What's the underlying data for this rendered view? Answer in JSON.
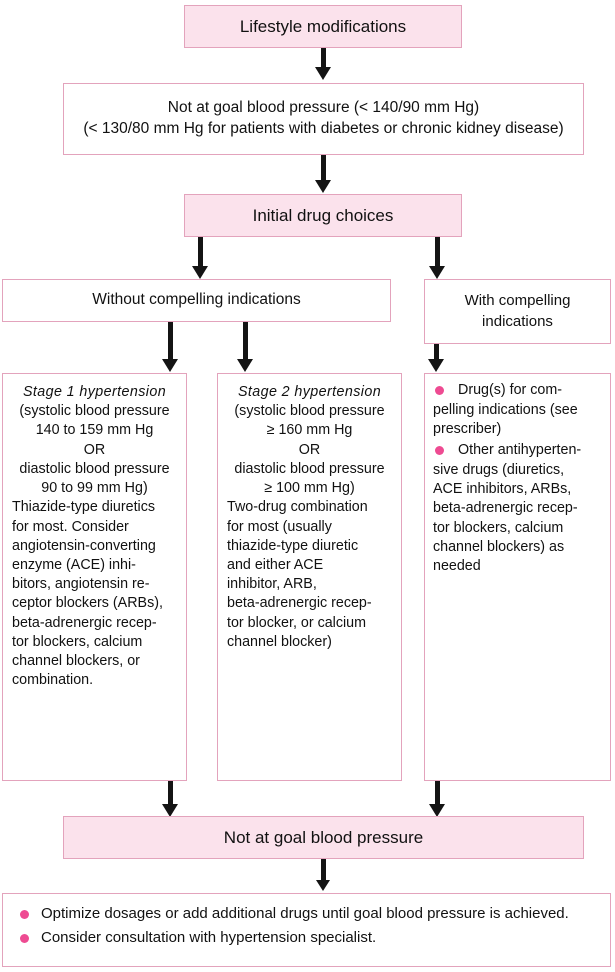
{
  "diagram": {
    "title": "Hypertension treatment algorithm flowchart",
    "colors": {
      "box_border": "#e3a3bc",
      "box_fill_pink": "#fbe2ec",
      "bullet_pink": "#ee4b92",
      "arrow": "#141414",
      "text": "#111111"
    }
  },
  "nodes": {
    "lifestyle": {
      "label": "Lifestyle modifications"
    },
    "not_at_goal_top": {
      "line1": "Not at goal blood pressure (< 140/90 mm Hg)",
      "line2": "(< 130/80 mm Hg for patients with diabetes or chronic kidney disease)"
    },
    "initial_drug_choices": {
      "label": "Initial drug choices"
    },
    "without_compelling": {
      "label": "Without compelling indications"
    },
    "with_compelling": {
      "line1": "With compelling",
      "line2": "indications"
    },
    "stage1": {
      "title": "Stage 1 hypertension",
      "centered_lines": [
        "(systolic blood pressure",
        "140 to 159 mm Hg",
        "OR",
        "diastolic blood pressure",
        "90 to 99 mm Hg)"
      ],
      "body_lines": [
        "Thiazide-type diuretics",
        "for most. Consider",
        "angiotensin-converting",
        "enzyme (ACE) inhi-",
        "bitors, angiotensin re-",
        "ceptor blockers (ARBs),",
        "beta-adrenergic recep-",
        "tor blockers, calcium",
        "channel blockers, or",
        "combination."
      ]
    },
    "stage2": {
      "title": "Stage 2 hypertension",
      "centered_lines": [
        "(systolic blood pressure",
        "≥ 160 mm Hg",
        "OR",
        "diastolic blood pressure",
        "≥ 100 mm Hg)"
      ],
      "body_lines": [
        "Two-drug combination",
        "for most (usually",
        "thiazide-type diuretic",
        "and either ACE",
        "inhibitor, ARB,",
        "beta-adrenergic recep-",
        "tor blocker, or calcium",
        "channel blocker)"
      ]
    },
    "compelling_detail": {
      "bullets": [
        "Drug(s) for com-\npelling indications (see\nprescriber)",
        "Other antihyperten-\nsive drugs (diuretics,\nACE inhibitors, ARBs,\nbeta-adrenergic recep-\ntor blockers, calcium\nchannel blockers) as\nneeded"
      ],
      "bullet_1_lines": [
        "Drug(s) for com-",
        "pelling indications (see",
        "prescriber)"
      ],
      "bullet_2_lines": [
        "Other antihyperten-",
        "sive drugs (diuretics,",
        "ACE inhibitors, ARBs,",
        "beta-adrenergic recep-",
        "tor blockers, calcium",
        "channel blockers) as",
        "needed"
      ]
    },
    "not_at_goal_bottom": {
      "label": "Not at goal blood pressure"
    },
    "final_actions": {
      "bullet_1": "Optimize dosages or add additional drugs until goal blood pressure is achieved.",
      "bullet_2": "Consider consultation with hypertension specialist."
    }
  }
}
